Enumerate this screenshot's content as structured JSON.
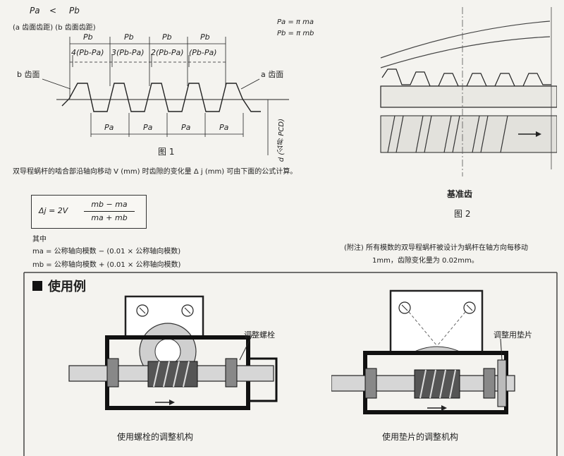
{
  "top": {
    "pa_label": "Pa",
    "lt": "<",
    "pb_label": "Pb",
    "sub_caption": "(a 齿面齿距) (b 齿面齿距)",
    "formula_pa": "Pa = π ma",
    "formula_pb": "Pb = π mb"
  },
  "fig1": {
    "pb_labels": [
      "Pb",
      "Pb",
      "Pb",
      "Pb"
    ],
    "diff_labels": [
      "4(Pb-Pa)",
      "3(Pb-Pa)",
      "2(Pb-Pa)",
      "(Pb-Pa)"
    ],
    "pa_labels": [
      "Pa",
      "Pa",
      "Pa",
      "Pa"
    ],
    "b_face": "b 齿面",
    "a_face": "a 齿面",
    "pcd_label": "d (公称 PCD)",
    "caption": "图 1"
  },
  "text": {
    "paragraph": "双导程蜗杆的啮合部沿轴向移动 V (mm) 时齿隙的变化量 Δ j (mm) 可由下面的公式计算。",
    "formula_lhs": "Δj = 2V",
    "formula_num": "mb − ma",
    "formula_den": "ma + mb",
    "where": "其中",
    "ma_def": "ma = 公称轴向模数 − (0.01 × 公称轴向模数)",
    "mb_def": "mb = 公称轴向模数 + (0.01 × 公称轴向模数)"
  },
  "fig2": {
    "ref_tooth": "基准齿",
    "caption": "图 2",
    "note_line1": "(附注) 所有模数的双导程蜗杆被设计为蜗杆在轴方向每移动",
    "note_line2": "1mm，齿隙变化量为 0.02mm。"
  },
  "usage": {
    "title": "使用例",
    "left_label": "调整螺栓",
    "left_caption": "使用螺栓的调整机构",
    "right_label": "调整用垫片",
    "right_caption": "使用垫片的调整机构"
  }
}
